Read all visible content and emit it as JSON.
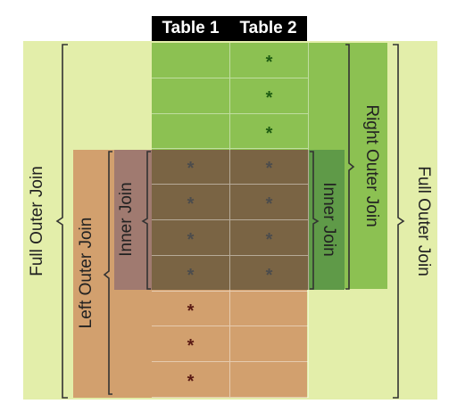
{
  "headers": [
    "Table 1",
    "Table 2"
  ],
  "rows": [
    {
      "t1": "",
      "t2": "*"
    },
    {
      "t1": "",
      "t2": "*"
    },
    {
      "t1": "",
      "t2": "*"
    },
    {
      "t1": "*",
      "t2": "*"
    },
    {
      "t1": "*",
      "t2": "*"
    },
    {
      "t1": "*",
      "t2": "*"
    },
    {
      "t1": "*",
      "t2": "*"
    },
    {
      "t1": "*",
      "t2": ""
    },
    {
      "t1": "*",
      "t2": ""
    },
    {
      "t1": "*",
      "t2": ""
    }
  ],
  "labels": {
    "full_outer_left": "Full Outer Join",
    "left_outer": "Left Outer Join",
    "inner_left": "Inner Join",
    "inner_right": "Inner Join",
    "right_outer": "Right Outer Join",
    "full_outer_right": "Full Outer Join"
  },
  "colors": {
    "full_outer": "#e3eeaa",
    "left_outer": "#d2a06e",
    "right_outer": "#8cc152",
    "inner_overlap": "#7a6444",
    "asterisk_green": "#1e5c12",
    "asterisk_red": "#5a1a14",
    "asterisk_inner": "#4c4c4c"
  }
}
